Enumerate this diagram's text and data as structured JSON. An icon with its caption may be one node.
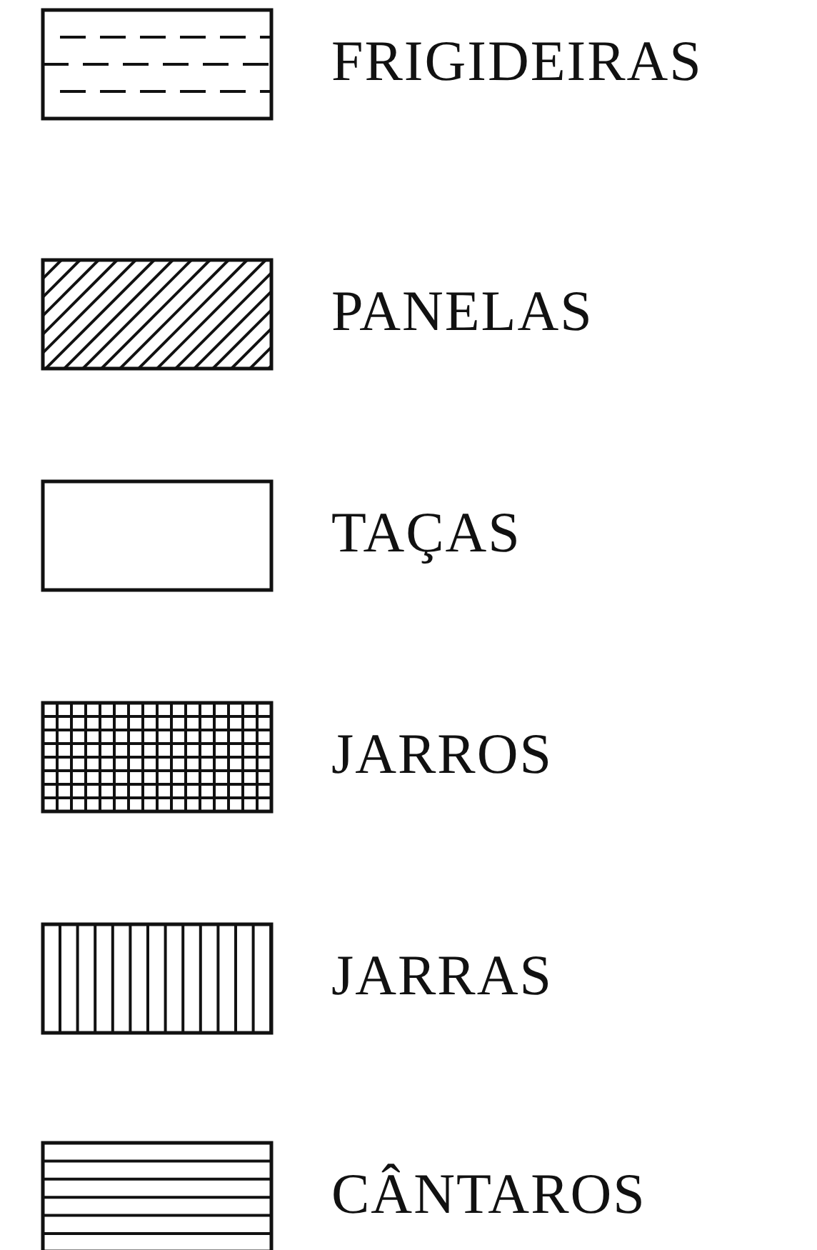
{
  "diagram": {
    "legend": [
      {
        "text": "FRIGIDEIRAS"
      },
      {
        "text": "PANELAS"
      },
      {
        "text": "TAÇAS"
      },
      {
        "text": "JARROS"
      },
      {
        "text": "JARRAS"
      },
      {
        "text": "CÂNTAROS"
      }
    ]
  }
}
